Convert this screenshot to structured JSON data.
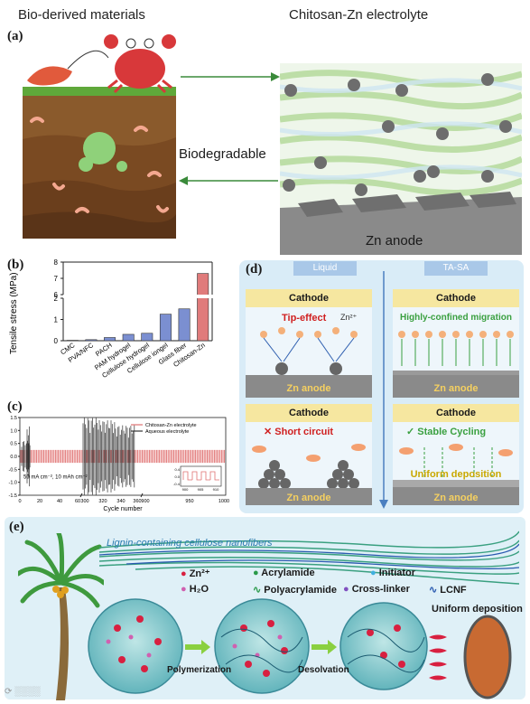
{
  "panel_a": {
    "label": "(a)",
    "left_title": "Bio-derived materials",
    "right_title": "Chitosan-Zn electrolyte",
    "arrow_label": "Biodegradable",
    "anode_label": "Zn anode"
  },
  "panel_b": {
    "label": "(b)",
    "chart_data": {
      "type": "bar",
      "ylabel": "Tensile stress (MPa)",
      "categories": [
        "CMC",
        "PVA/NFC",
        "PACH",
        "PAM hydrogel",
        "Cellulose hydrogel",
        "Cellulose iongel",
        "Glass fiber",
        "Chitosan-Zn"
      ],
      "values": [
        0.02,
        0.05,
        0.15,
        0.3,
        0.35,
        1.25,
        1.5,
        7.3
      ],
      "yticks": [
        "0",
        "1",
        "2",
        "6",
        "7",
        "8"
      ],
      "axis_break": true,
      "colors": [
        "#7b8fd1",
        "#7b8fd1",
        "#7b8fd1",
        "#7b8fd1",
        "#7b8fd1",
        "#7b8fd1",
        "#7b8fd1",
        "#e07b7b"
      ]
    }
  },
  "panel_c": {
    "label": "(c)",
    "chart_data": {
      "type": "line",
      "xlabel": "Cycle number",
      "xticks": [
        "0",
        "20",
        "40",
        "60",
        "300",
        "320",
        "340",
        "360",
        "900",
        "950",
        "1000"
      ],
      "yticks": [
        "1.5",
        "1.0",
        "0.5",
        "0.0",
        "-0.5",
        "-1.0",
        "-1.5"
      ],
      "series": [
        {
          "name": "Chitosan-Zn electrolyte",
          "color": "#e07070"
        },
        {
          "name": "Aqueous electrolyte",
          "color": "#333333"
        }
      ],
      "annotation": "50 mA cm⁻², 10 mAh cm⁻²",
      "inset_xticks": [
        "900",
        "905",
        "910"
      ],
      "inset_yticks": [
        "0.4",
        "0.0",
        "-0.4"
      ]
    }
  },
  "panel_d": {
    "label": "(d)",
    "col_left": "Liquid",
    "col_right": "TA-SA",
    "cathode": "Cathode",
    "anode": "Zn anode",
    "tip_effect": "Tip-effect",
    "zn_ion": "Zn²⁺",
    "confined": "Highly-confined migration",
    "short_circuit": "Short circuit",
    "stable": "Stable Cycling",
    "uniform": "Uniform deposition"
  },
  "panel_e": {
    "label": "(e)",
    "fiber_label": "Lignin-containing cellulose nanofibers",
    "legend": {
      "zn": "Zn²⁺",
      "acrylamide": "Acrylamide",
      "initiator": "Initiator",
      "h2o": "H₂O",
      "polyacrylamide": "Polyacrylamide",
      "crosslinker": "Cross-linker",
      "lcnf": "LCNF"
    },
    "step1": "Polymerization",
    "step2": "Desolvation",
    "result": "Uniform deposition"
  },
  "colors": {
    "arrow_green": "#3a8a3a",
    "soil": "#7a4a22",
    "grass": "#5fa83a",
    "anode_gray": "#777777",
    "cathode_yellow": "#f6e7a0",
    "d_bg": "#d9ecf7"
  }
}
